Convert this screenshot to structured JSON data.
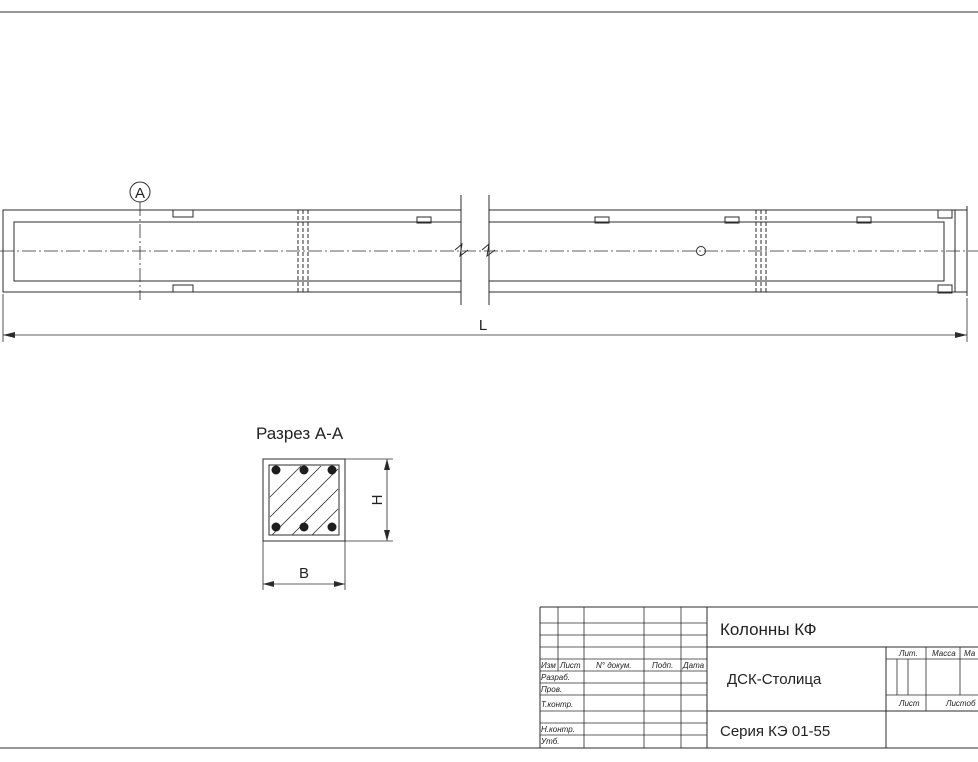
{
  "drawing": {
    "dimension_length": "L",
    "section_marker": "A",
    "section_title": "Разрез А-А",
    "dim_height": "H",
    "dim_width": "B"
  },
  "title_block": {
    "product": "Колонны КФ",
    "organization": "ДСК-Столица",
    "series": "Серия КЭ 01-55",
    "col_izm": "Изм",
    "col_list": "Лист",
    "col_doc": "N° докум.",
    "col_sign": "Подп.",
    "col_date": "Дата",
    "row_razrab": "Разраб.",
    "row_prov": "Пров.",
    "row_tkontr": "Т.контр.",
    "row_nkontr": "Н.контр.",
    "row_utv": "Утб.",
    "lit": "Лит.",
    "massa": "Масса",
    "masshtab": "Ма",
    "list": "Лист",
    "listov": "Листоб"
  }
}
